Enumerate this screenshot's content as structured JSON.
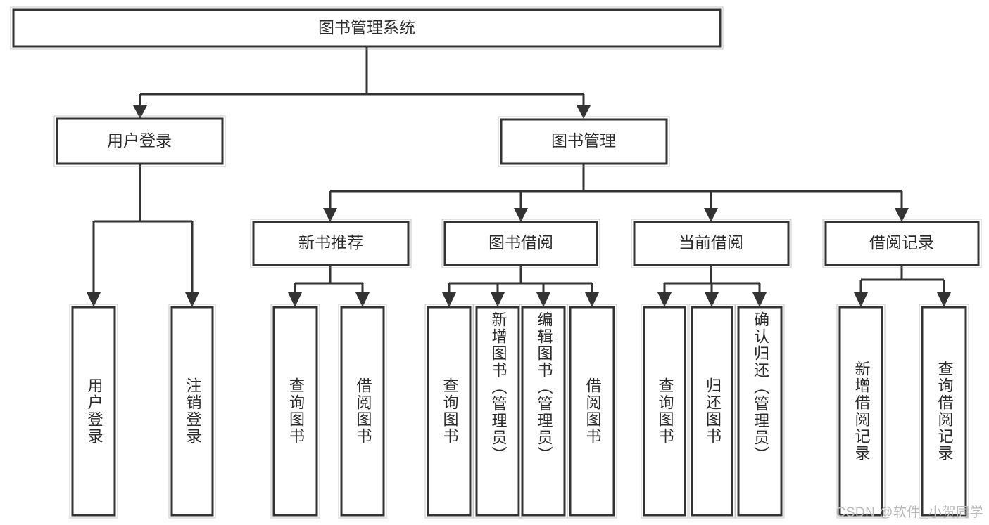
{
  "diagram": {
    "title": "图书管理系统",
    "type": "functional-decomposition-tree",
    "watermark": "CSDN @软件_小贺同学",
    "colors": {
      "box_stroke": "#333333",
      "box_fill": "#ffffff",
      "connector": "#333333",
      "text": "#2b2b2b",
      "background": "#ffffff",
      "watermark": "#b9b9b9"
    },
    "root": {
      "label": "图书管理系统"
    },
    "level2": [
      {
        "label": "用户登录"
      },
      {
        "label": "图书管理"
      }
    ],
    "level3": [
      {
        "label": "新书推荐"
      },
      {
        "label": "图书借阅"
      },
      {
        "label": "当前借阅"
      },
      {
        "label": "借阅记录"
      }
    ],
    "leaves": {
      "user_login": [
        {
          "label": "用户登录"
        },
        {
          "label": "注销登录"
        }
      ],
      "new_book_recommend": [
        {
          "label": "查询图书"
        },
        {
          "label": "借阅图书"
        }
      ],
      "book_borrow": [
        {
          "label": "查询图书"
        },
        {
          "label": "新增图书（管理员）"
        },
        {
          "label": "编辑图书（管理员）"
        },
        {
          "label": "借阅图书"
        }
      ],
      "current_borrow": [
        {
          "label": "查询图书"
        },
        {
          "label": "归还图书"
        },
        {
          "label": "确认归还（管理员）"
        }
      ],
      "borrow_record": [
        {
          "label": "新增借阅记录"
        },
        {
          "label": "查询借阅记录"
        }
      ]
    }
  }
}
